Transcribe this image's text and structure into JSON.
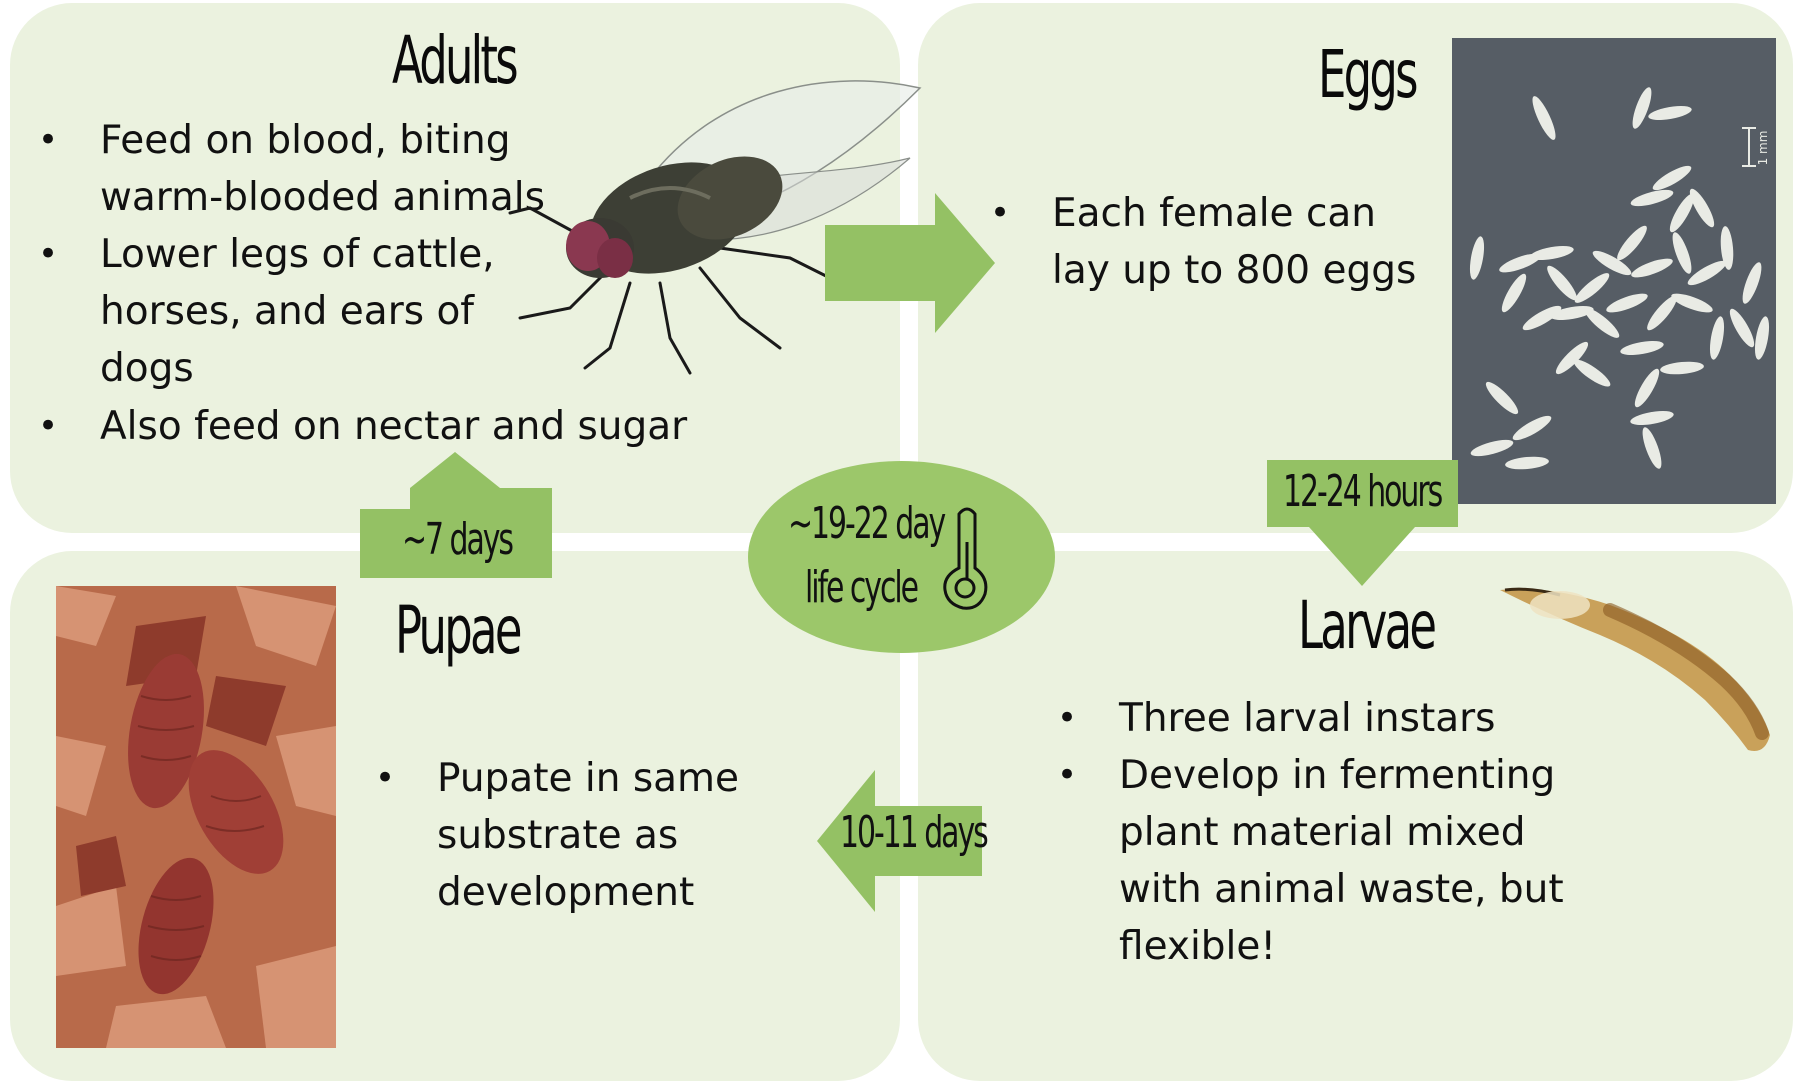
{
  "quadrants": {
    "adults": {
      "title": "Adults",
      "bullets": [
        "Feed on blood, biting warm-blooded animals",
        "Lower legs of cattle, horses, and ears of dogs",
        "Also feed on nectar and sugar"
      ]
    },
    "eggs": {
      "title": "Eggs",
      "bullets": [
        "Each female can lay up to 800 eggs"
      ],
      "scale_label": "1 mm"
    },
    "larvae": {
      "title": "Larvae",
      "bullets": [
        "Three larval instars",
        "Develop in fermenting plant material mixed with animal waste, but flexible!"
      ]
    },
    "pupae": {
      "title": "Pupae",
      "bullets": [
        "Pupate in same substrate as development"
      ]
    }
  },
  "transitions": {
    "adults_to_eggs": "",
    "eggs_to_larvae": "12-24 hours",
    "larvae_to_pupae": "10-11 days",
    "pupae_to_adults": "~7 days"
  },
  "center": {
    "line1": "~19-22 day",
    "line2": "life cycle",
    "icon": "thermometer-icon"
  },
  "colors": {
    "panel": "#ebf2df",
    "arrow": "#94c164",
    "center": "#9cc76a",
    "photo_bg_eggs": "#565d65"
  }
}
